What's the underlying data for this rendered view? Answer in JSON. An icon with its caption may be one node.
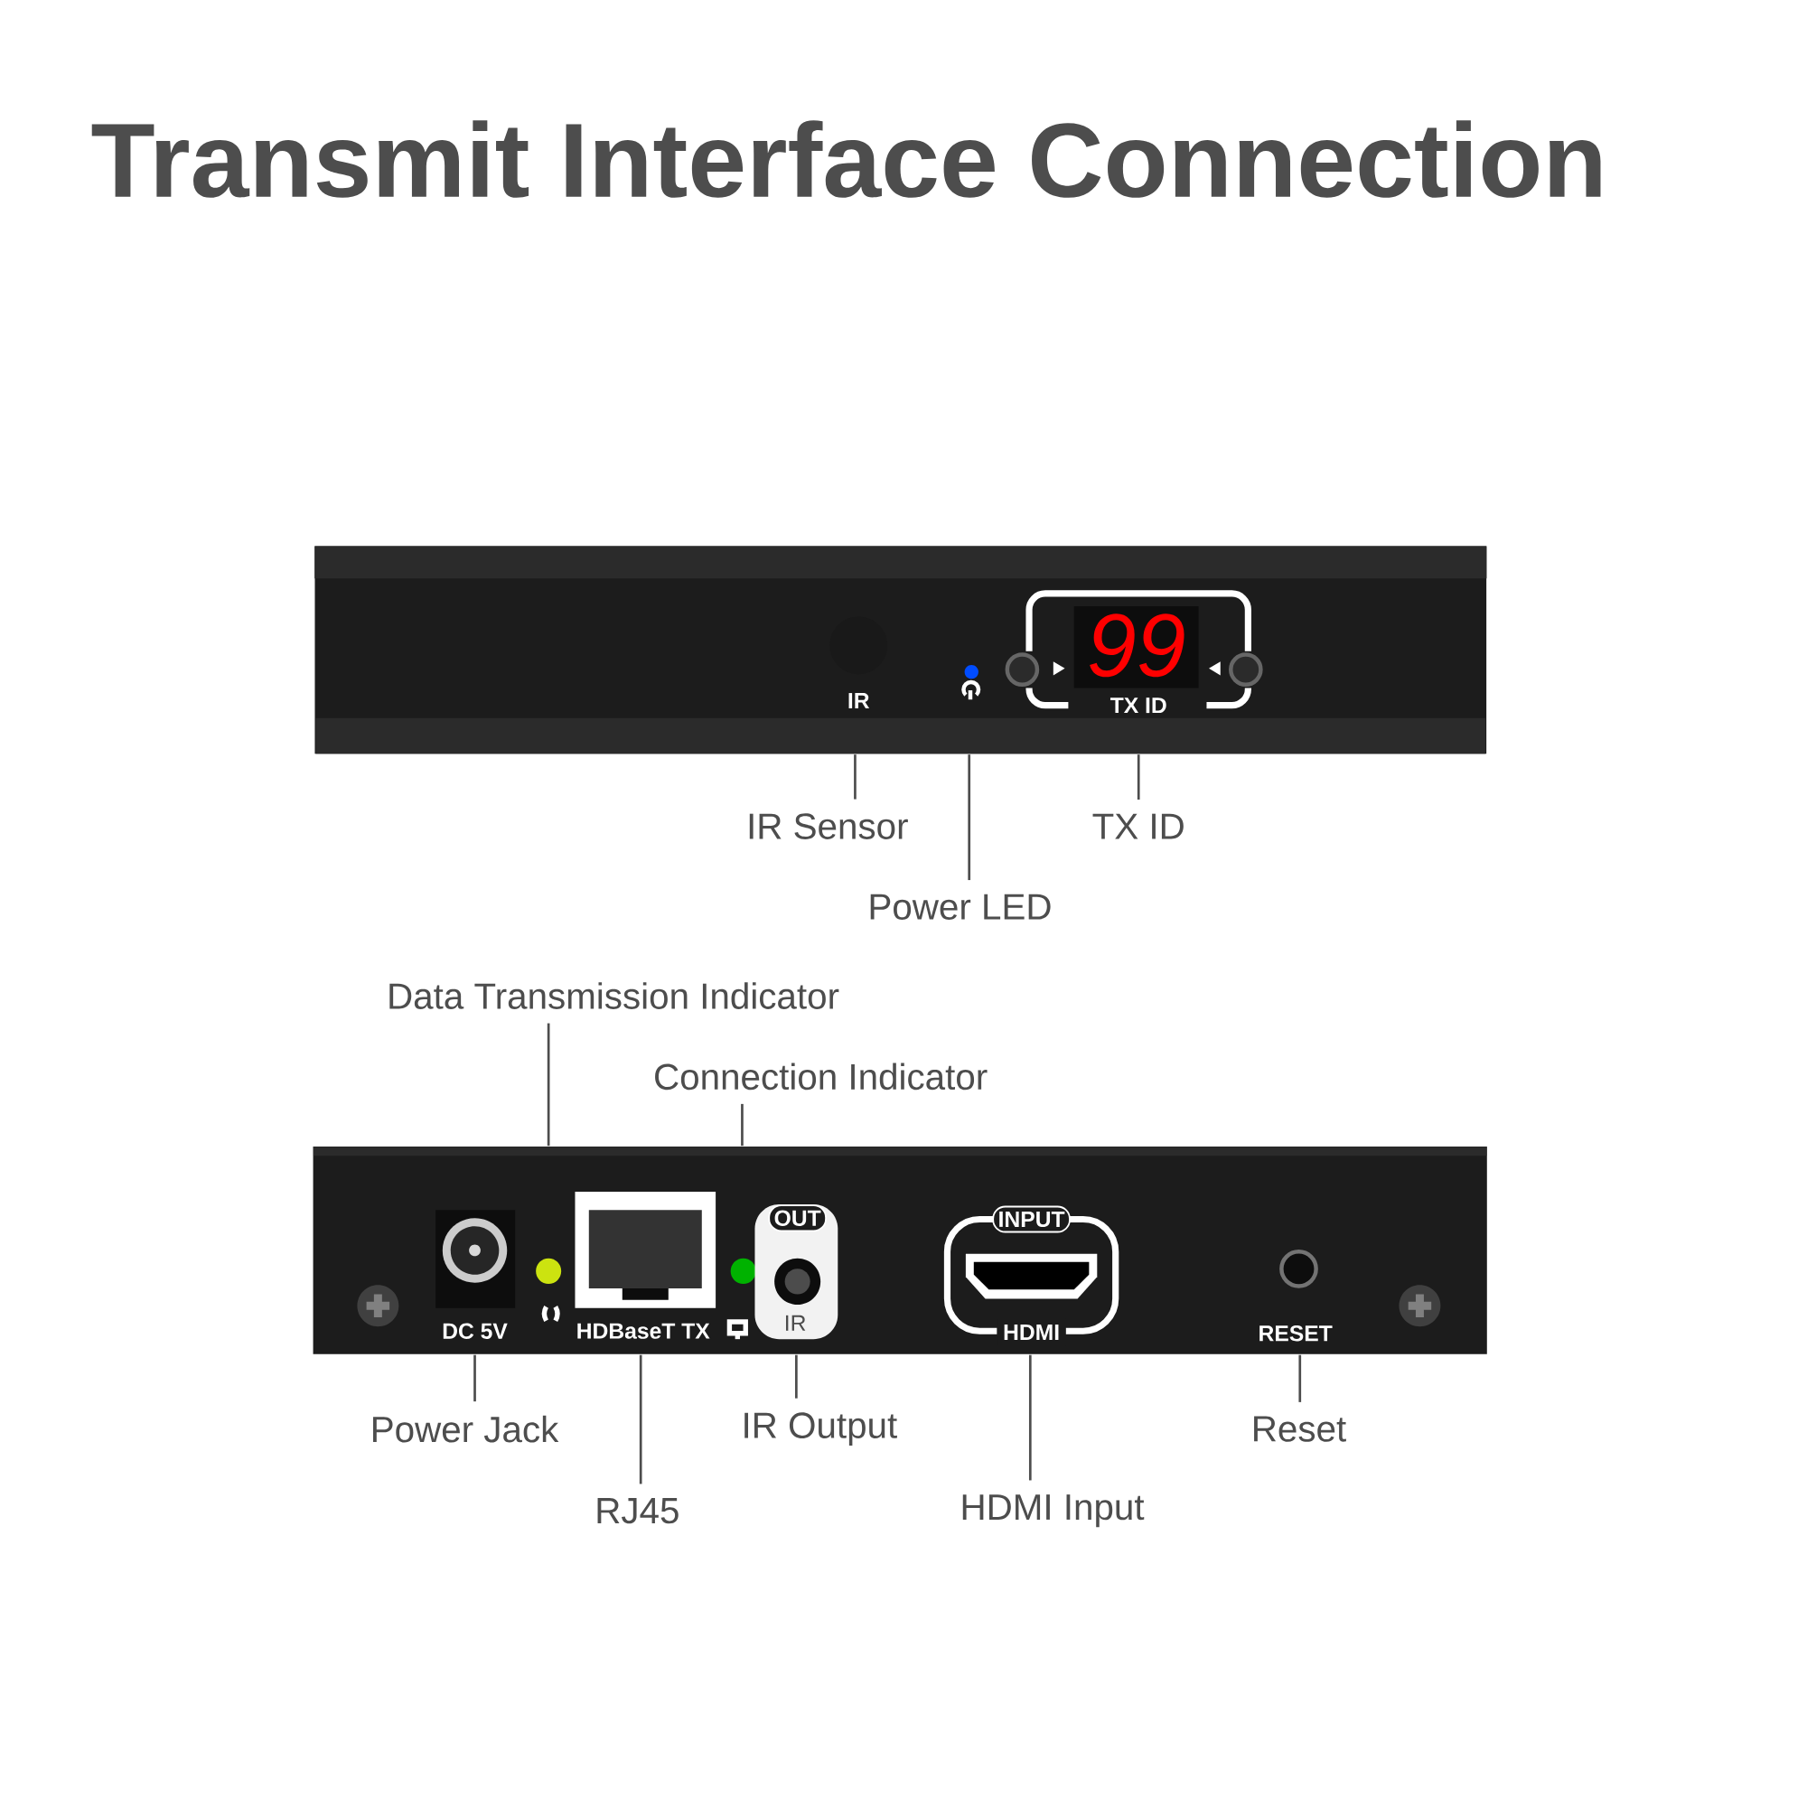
{
  "diagram": {
    "title": "Transmit Interface Connection",
    "nodes": [
      {
        "text": [
          "IR Sensor"
        ]
      },
      {
        "text": [
          "TX ID"
        ]
      },
      {
        "text": [
          "Power LED"
        ]
      },
      {
        "text": [
          "Data Transmission Indicator"
        ]
      },
      {
        "text": [
          "Connection Indicator"
        ]
      },
      {
        "text": [
          "Power Jack"
        ]
      },
      {
        "text": [
          "IR Output"
        ]
      },
      {
        "text": [
          "Reset"
        ]
      },
      {
        "text": [
          "RJ45"
        ]
      },
      {
        "text": [
          "HDMI Input"
        ]
      },
      {
        "text": [],
        "shape": "picture"
      },
      {
        "text": [],
        "shape": "picture"
      }
    ],
    "edges": [
      {
        "from": 0,
        "to": 10,
        "arrow": "none"
      },
      {
        "from": 1,
        "to": 10,
        "arrow": "none"
      },
      {
        "from": 2,
        "to": 10,
        "arrow": "none"
      },
      {
        "from": 3,
        "to": 11,
        "arrow": "none"
      },
      {
        "from": 4,
        "to": 11,
        "arrow": "none"
      },
      {
        "from": 5,
        "to": 11,
        "arrow": "none"
      },
      {
        "from": 6,
        "to": 11,
        "arrow": "none"
      },
      {
        "from": 7,
        "to": 11,
        "arrow": "none"
      },
      {
        "from": 8,
        "to": 11,
        "arrow": "none"
      },
      {
        "from": 9,
        "to": 11,
        "arrow": "none"
      }
    ],
    "labels": [
      "99",
      "IR",
      "TX ID",
      "OUT",
      "INPUT",
      "DC 5V",
      "HDBaseT TX",
      "IR",
      "HDMI",
      "RESET"
    ]
  }
}
